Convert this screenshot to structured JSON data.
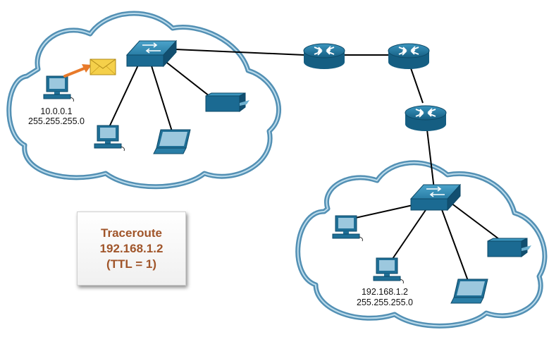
{
  "source_host": {
    "ip": "10.0.0.1",
    "mask": "255.255.255.0"
  },
  "destination_host": {
    "ip": "192.168.1.2",
    "mask": "255.255.255.0"
  },
  "info_box": {
    "line1": "Traceroute",
    "line2": "192.168.1.2",
    "line3": "(TTL = 1)"
  },
  "colors": {
    "cloud_stroke": "#4a8bb0",
    "device_blue": "#1f6f96",
    "label_brown": "#a0552a",
    "packet_arrow": "#e87a2a",
    "envelope": "#f5d04a"
  },
  "icons": [
    "cloud-icon",
    "switch-icon",
    "router-icon",
    "pc-icon",
    "laptop-icon",
    "printer-icon",
    "envelope-icon"
  ]
}
